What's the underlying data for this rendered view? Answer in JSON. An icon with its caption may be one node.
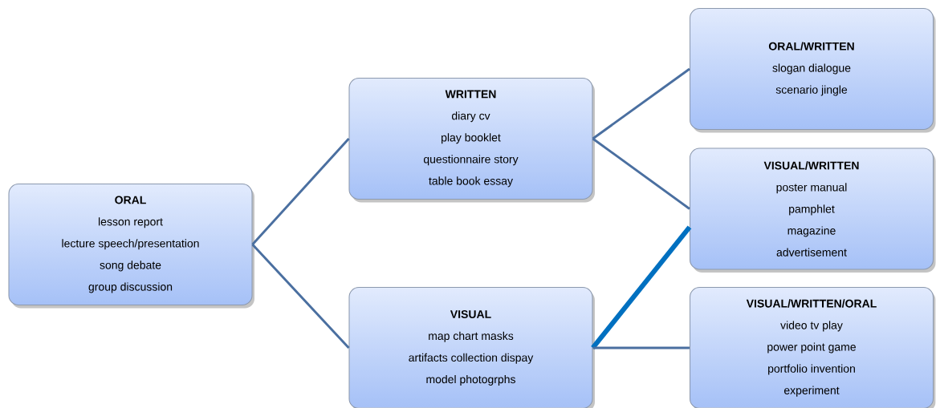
{
  "diagram": {
    "nodes": [
      {
        "text": [
          "ORAL",
          "lesson report",
          "lecture speech/presentation",
          "song debate",
          "group discussion"
        ]
      },
      {
        "text": [
          "WRITTEN",
          "diary cv",
          "play booklet",
          "questionnaire story",
          "table book essay"
        ]
      },
      {
        "text": [
          "VISUAL",
          "map chart masks",
          "artifacts collection dispay",
          "model photogrphs"
        ]
      },
      {
        "text": [
          "ORAL/WRITTEN",
          "slogan dialogue",
          "scenario jingle"
        ]
      },
      {
        "text": [
          "VISUAL/WRITTEN",
          "poster manual",
          "pamphlet",
          "magazine",
          "advertisement"
        ]
      },
      {
        "text": [
          "VISUAL/WRITTEN/ORAL",
          "video tv play",
          "power point game",
          "portfolio invention",
          "experiment"
        ]
      }
    ],
    "edges": [
      {
        "from": 0,
        "to": 1,
        "arrow": "none"
      },
      {
        "from": 0,
        "to": 2,
        "arrow": "none"
      },
      {
        "from": 1,
        "to": 3,
        "arrow": "none"
      },
      {
        "from": 1,
        "to": 4,
        "arrow": "none"
      },
      {
        "from": 2,
        "to": 4,
        "arrow": "none",
        "style": "thick",
        "color": "#0070c0"
      },
      {
        "from": 2,
        "to": 5,
        "arrow": "none"
      }
    ]
  }
}
